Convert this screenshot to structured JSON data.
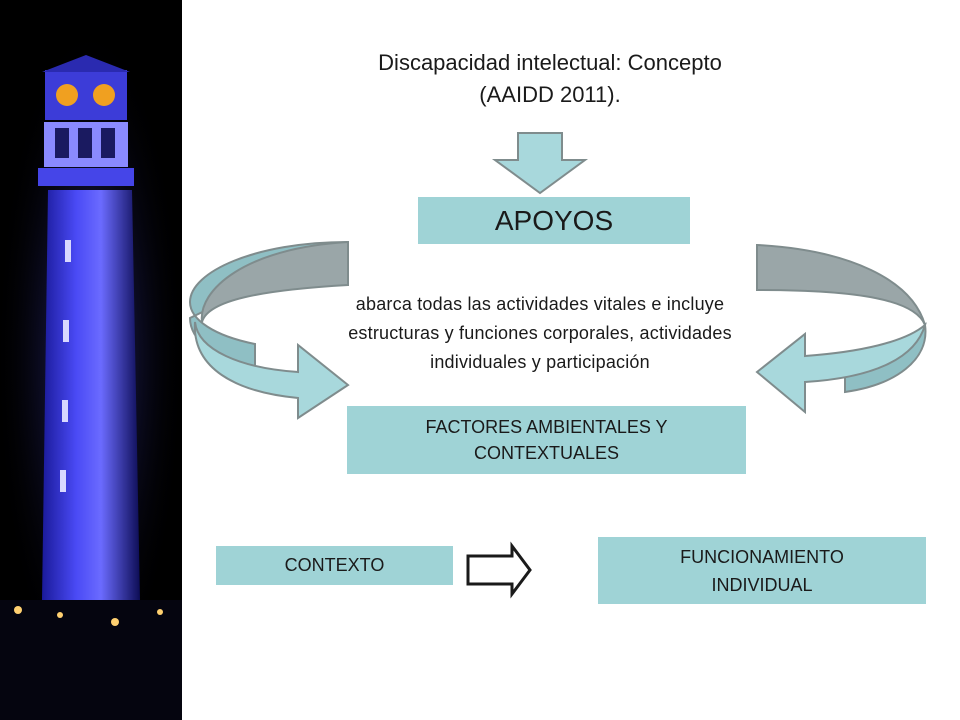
{
  "title": {
    "line1": "Discapacidad intelectual: Concepto",
    "line2": "(AAIDD 2011)."
  },
  "boxes": {
    "apoyos": "APOYOS",
    "factores_line1": "FACTORES AMBIENTALES Y",
    "factores_line2": "CONTEXTUALES",
    "contexto": "CONTEXTO",
    "funcionamiento_line1": "FUNCIONAMIENTO",
    "funcionamiento_line2": "INDIVIDUAL"
  },
  "description": {
    "line1": "abarca todas las actividades vitales e incluye",
    "line2": "estructuras y funciones corporales, actividades",
    "line3": "individuales y participación"
  },
  "colors": {
    "box_fill": "#9fd3d6",
    "arrow_fill": "#a8d8dc",
    "arrow_stroke": "#7f8c8d",
    "photo_bg": "#000000",
    "tower_glow": "#3a3ae0"
  }
}
